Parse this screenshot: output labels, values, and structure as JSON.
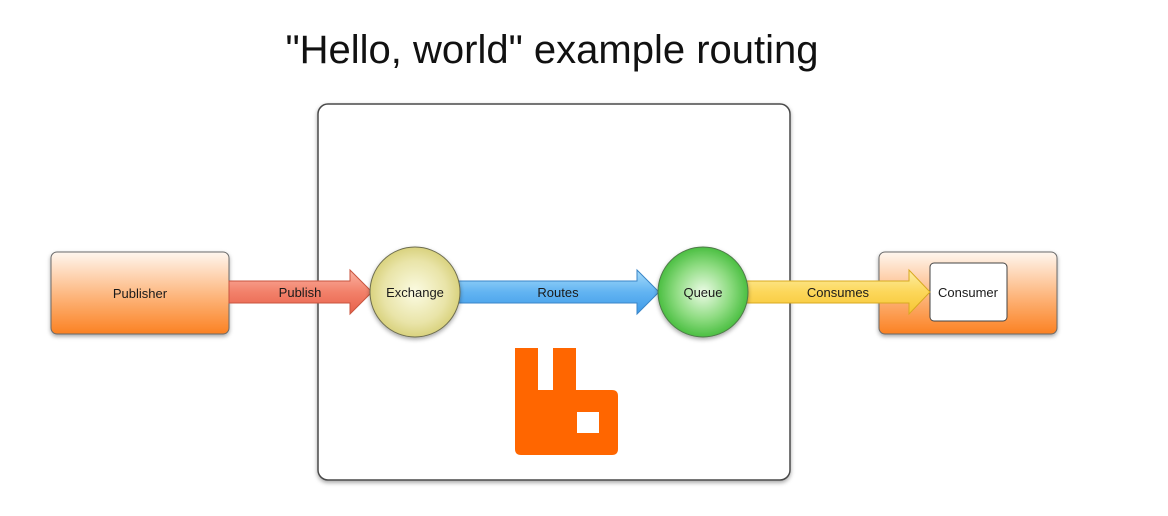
{
  "title": "\"Hello, world\" example routing",
  "nodes": {
    "publisher": "Publisher",
    "exchange": "Exchange",
    "queue": "Queue",
    "consumer": "Consumer"
  },
  "edges": {
    "publish": "Publish",
    "routes": "Routes",
    "consumes": "Consumes"
  },
  "colors": {
    "app_box_top": "#fef4ec",
    "app_box_bottom": "#fc8a30",
    "publish_arrow": "#f07860",
    "routes_arrow": "#58b0f0",
    "consumes_arrow": "#fcd862",
    "exchange_fill": "#e6e09a",
    "queue_fill": "#6cd062",
    "logo": "#ff6600"
  },
  "icons": {
    "broker_logo": "rabbitmq-logo-icon"
  }
}
